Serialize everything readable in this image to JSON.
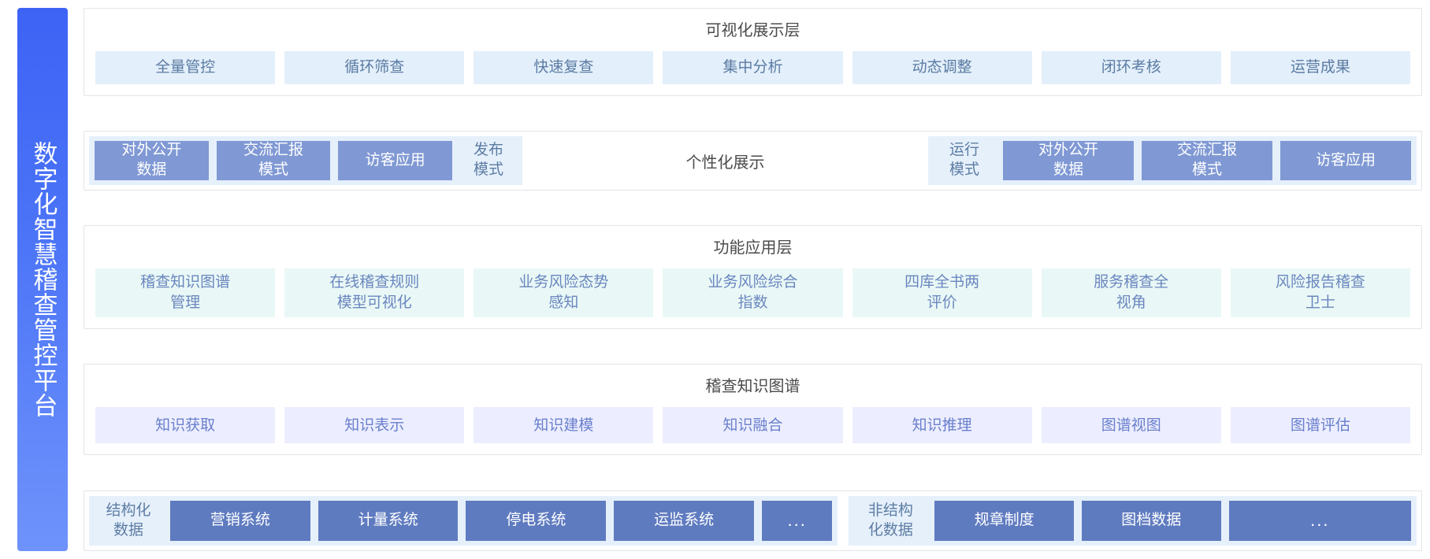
{
  "sidebar": {
    "title": "数字化智慧稽查管控平台",
    "gradient_from": "#3d63f5",
    "gradient_to": "#6f93fb"
  },
  "layers": {
    "visualization": {
      "title": "可视化展示层",
      "tile_color": "#e3effa",
      "text_color": "#5b7ba3",
      "items": [
        {
          "label": "全量管控"
        },
        {
          "label": "循环筛查"
        },
        {
          "label": "快速复查"
        },
        {
          "label": "集中分析"
        },
        {
          "label": "动态调整"
        },
        {
          "label": "闭环考核"
        },
        {
          "label": "运营成果"
        }
      ]
    },
    "personalized": {
      "center_label": "个性化展示",
      "band_color": "#e5f0fb",
      "box_color": "#8099d4",
      "left_group": {
        "mode_label": "发布\n模式",
        "boxes": [
          {
            "label": "对外公开\n数据"
          },
          {
            "label": "交流汇报\n模式"
          },
          {
            "label": "访客应用"
          }
        ]
      },
      "right_group": {
        "mode_label": "运行\n模式",
        "boxes": [
          {
            "label": "对外公开\n数据"
          },
          {
            "label": "交流汇报\n模式"
          },
          {
            "label": "访客应用"
          }
        ]
      }
    },
    "functional": {
      "title": "功能应用层",
      "tile_color": "#e9f8f6",
      "text_color": "#6a86bf",
      "items": [
        {
          "label": "稽查知识图谱\n管理"
        },
        {
          "label": "在线稽查规则\n模型可视化"
        },
        {
          "label": "业务风险态势\n感知"
        },
        {
          "label": "业务风险综合\n指数"
        },
        {
          "label": "四库全书两\n评价"
        },
        {
          "label": "服务稽查全\n视角"
        },
        {
          "label": "风险报告稽查\n卫士"
        }
      ]
    },
    "knowledge_graph": {
      "title": "稽查知识图谱",
      "tile_color": "#eceeff",
      "text_color": "#6a7fcc",
      "items": [
        {
          "label": "知识获取"
        },
        {
          "label": "知识表示"
        },
        {
          "label": "知识建模"
        },
        {
          "label": "知识融合"
        },
        {
          "label": "知识推理"
        },
        {
          "label": "图谱视图"
        },
        {
          "label": "图谱评估"
        }
      ]
    },
    "data_sources": {
      "band_color": "#e5f0fb",
      "box_color": "#5f7bc0",
      "structured": {
        "label": "结构化\n数据",
        "boxes": [
          {
            "label": "营销系统"
          },
          {
            "label": "计量系统"
          },
          {
            "label": "停电系统"
          },
          {
            "label": "运监系统"
          },
          {
            "label": "..."
          }
        ]
      },
      "unstructured": {
        "label": "非结构\n化数据",
        "boxes": [
          {
            "label": "规章制度"
          },
          {
            "label": "图档数据"
          },
          {
            "label": "..."
          }
        ]
      }
    }
  }
}
